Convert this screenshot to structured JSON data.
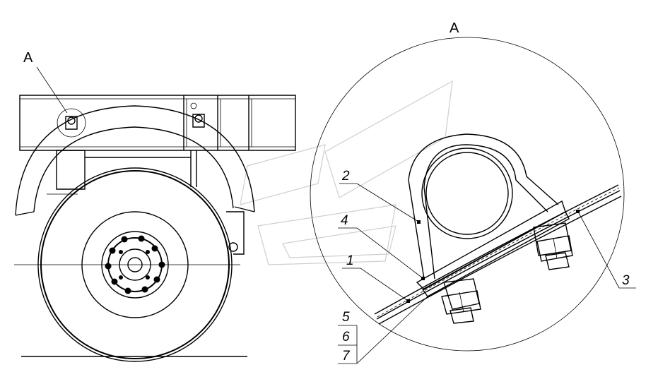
{
  "view_labels": {
    "main": "A",
    "detail": "A"
  },
  "callouts": [
    "2",
    "4",
    "1",
    "3",
    "5",
    "6",
    "7"
  ]
}
